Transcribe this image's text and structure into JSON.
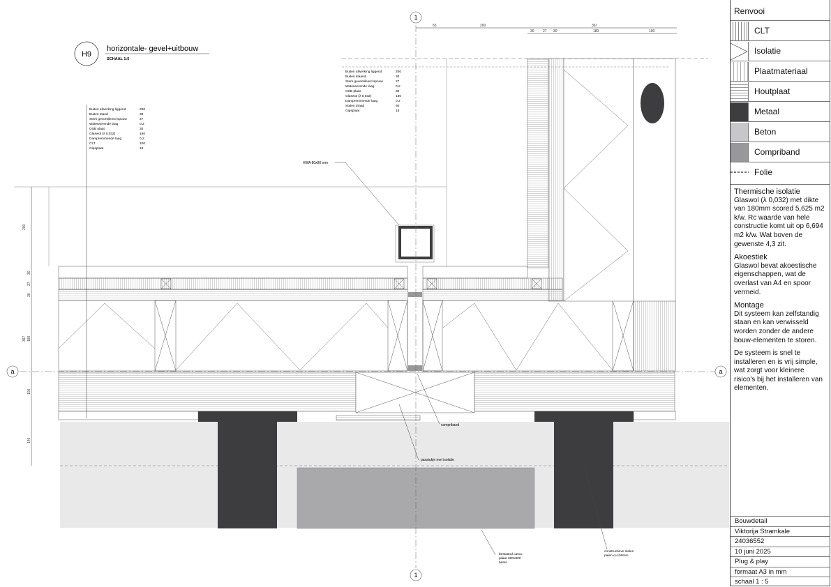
{
  "detail": {
    "code": "H9",
    "title": "horizontale- gevel+uitbouw",
    "scale": "SCHAAL 1:5"
  },
  "grid": {
    "axis_1_top": "1",
    "axis_1_bottom": "1",
    "axis_a_left": "a",
    "axis_a_right": "a"
  },
  "layer_list_left": {
    "names": [
      "Buiten afwerking liggend",
      "Buiten stand",
      "Sterk geventileerd spouw",
      "Waterwerende laag",
      "OSB plaat",
      "Glaswol (λ 0,032)",
      "Dampremmende laag",
      "CLT",
      "Gipsplaat"
    ],
    "values": [
      "200",
      "30",
      "27",
      "0,2",
      "30",
      "180",
      "0,2",
      "100",
      "18"
    ]
  },
  "layer_list_right": {
    "names": [
      "Buiten afwerking liggend",
      "Buiten staand",
      "Sterk geventileerd spouw",
      "Waterwerende laag",
      "OSB plaat",
      "Glaswol (λ 0,032)",
      "Dampremmende laag",
      "Stalen draad",
      "Gipsplaat"
    ],
    "values": [
      "200",
      "30",
      "27",
      "0,2",
      "30",
      "180",
      "0,2",
      "60",
      "18"
    ]
  },
  "annotations": {
    "hwa": "HWA 80x80 mm",
    "compriband": "compriband",
    "passtuk": "passtukje met isolatie",
    "casco": [
      "bestaand casco",
      "pilaar 600x600",
      "beton"
    ],
    "palen": [
      "constructieve stalen",
      "palen d=150mm"
    ]
  },
  "dims_top": [
    "65",
    "200",
    "30",
    "27",
    "30",
    "367",
    "180",
    "100"
  ],
  "dims_left": [
    "200",
    "30",
    "27",
    "30",
    "367",
    "180",
    "100",
    "140"
  ],
  "legend": {
    "title": "Renvooi",
    "items": [
      {
        "label": "CLT",
        "swatch": "clt-icon"
      },
      {
        "label": "Isolatie",
        "swatch": "isolatie-icon"
      },
      {
        "label": "Plaatmateriaal",
        "swatch": "plaatmateriaal-icon"
      },
      {
        "label": "Houtplaat",
        "swatch": "houtplaat-icon"
      },
      {
        "label": "Metaal",
        "swatch": "metaal-icon",
        "color": "#3d3d3f"
      },
      {
        "label": "Beton",
        "swatch": "beton-icon",
        "color": "#c7c7c9"
      },
      {
        "label": "Compriband",
        "swatch": "compriband-icon",
        "color": "#98989a"
      },
      {
        "label": "Folie",
        "swatch": "folie-icon"
      }
    ]
  },
  "notes": {
    "thermal_title": "Thermische isolatie",
    "thermal_text": "Glaswol (λ 0,032) met dikte van 180mm scored 5,625 m2 k/w. Rc waarde van hele constructie komt uit op 6,694 m2 k/w. Wat boven de gewenste 4,3 zit.",
    "acoustic_title": "Akoestiek",
    "acoustic_text": "Glaswol bevat akoestische eigenschappen, wat de overlast van A4 en spoor vermeid.",
    "assembly_title": "Montage",
    "assembly_text_1": "Dit systeem kan zelfstandig staan en kan verwisseld worden zonder de andere bouw-elementen te storen.",
    "assembly_text_2": "De systeem is snel te installeren en is vrij simple, wat zorgt voor kleinere risico's bij het installeren van elementen."
  },
  "title_block": [
    "Bouwdetail",
    "Viktorija Stramkale",
    "24036552",
    "10 juni 2025",
    "Plug & play",
    "formaat A3 in mm",
    "schaal 1 : 5"
  ],
  "colors": {
    "metal": "#3d3d3f",
    "concrete": "#a9a9ab",
    "ground": "#e9e9ea",
    "compriband": "#98989a"
  }
}
